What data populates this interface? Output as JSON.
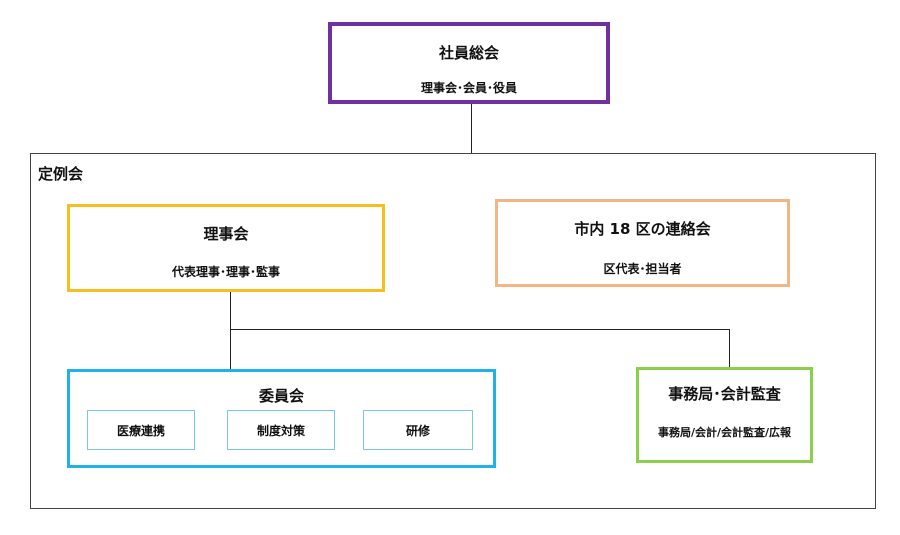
{
  "general_assembly": {
    "title": "社員総会",
    "subtitle": "理事会･会員･役員"
  },
  "regular_meeting": {
    "label": "定例会"
  },
  "board": {
    "title": "理事会",
    "subtitle": "代表理事･理事･監事"
  },
  "ward_council": {
    "title": "市内 18 区の連絡会",
    "subtitle": "区代表･担当者"
  },
  "committee": {
    "title": "委員会",
    "subcommittees": [
      "医療連携",
      "制度対策",
      "研修"
    ]
  },
  "secretariat": {
    "title": "事務局･会計監査",
    "subtitle": "事務局/会計/会計監査/広報"
  },
  "colors": {
    "general_assembly_border": "#7030a0",
    "board_border": "#f4c020",
    "ward_council_border": "#f2b586",
    "committee_border": "#1fb1ea",
    "subcommittee_border": "#77c6ee",
    "secretariat_border": "#8dce4c"
  }
}
